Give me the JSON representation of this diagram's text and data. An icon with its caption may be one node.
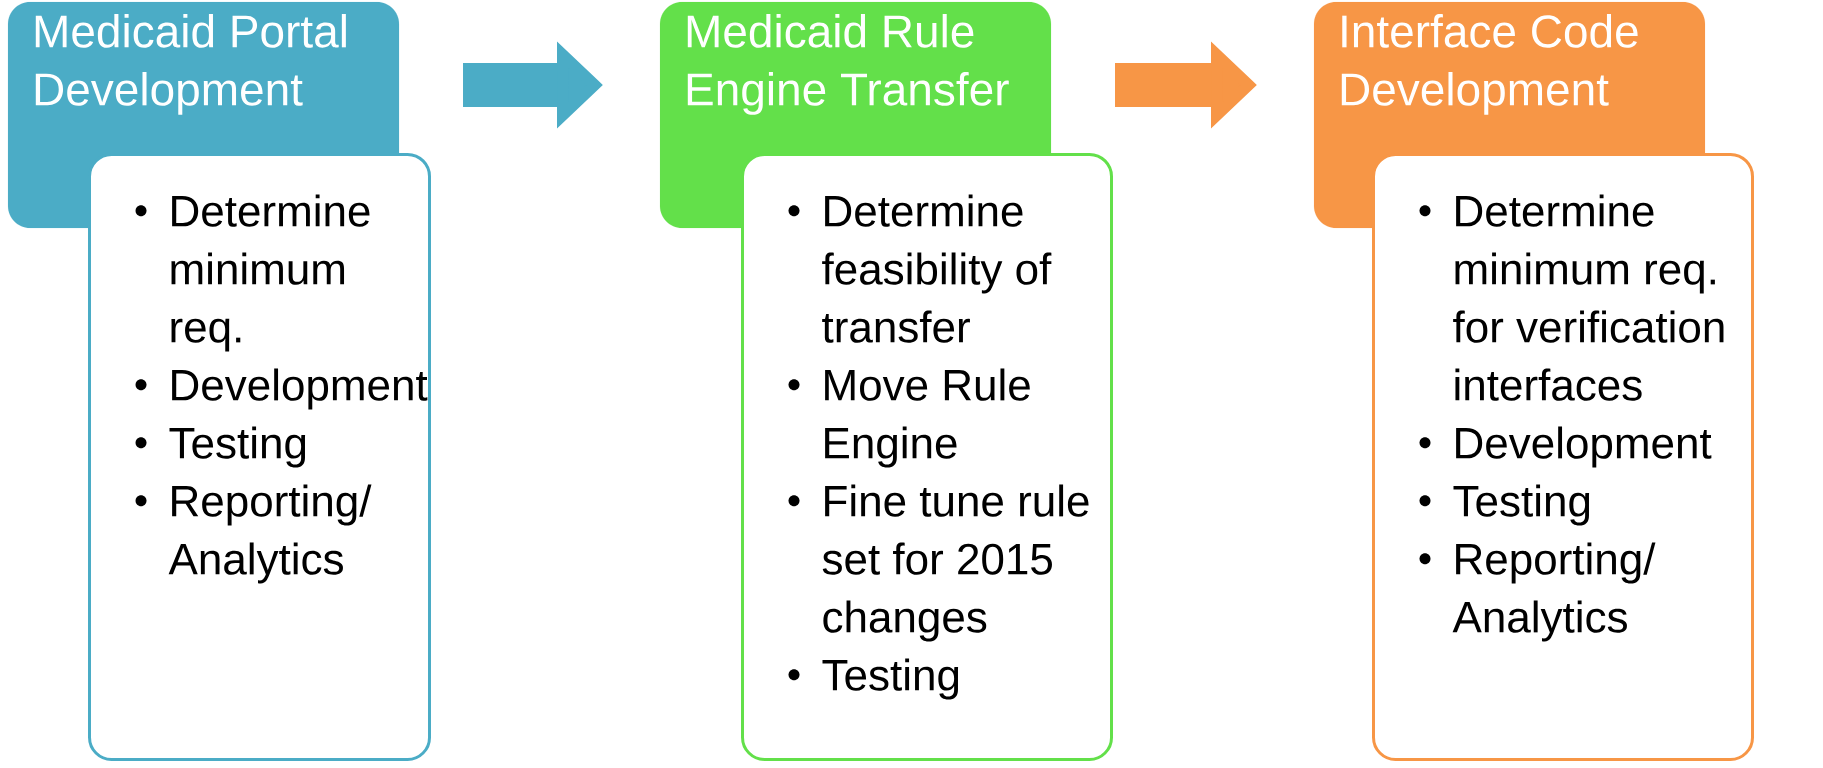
{
  "diagram": {
    "nodes": [
      {
        "text": [
          "Medicaid Portal Development"
        ]
      },
      {
        "text": [
          "Determine minimum req.",
          "Development",
          "Testing",
          "Reporting/ Analytics"
        ]
      },
      {
        "text": [
          "Medicaid Rule Engine Transfer"
        ]
      },
      {
        "text": [
          "Determine feasibility of transfer",
          "Move Rule Engine",
          "Fine tune rule set for 2015 changes",
          "Testing"
        ]
      },
      {
        "text": [
          "Interface Code Development"
        ]
      },
      {
        "text": [
          "Determine minimum req. for verification interfaces",
          "Development",
          "Testing",
          "Reporting/ Analytics"
        ]
      }
    ],
    "edges": [
      {
        "from": 0,
        "to": 2,
        "arrow": "to",
        "color": "#4bacc6"
      },
      {
        "from": 2,
        "to": 4,
        "arrow": "to",
        "color": "#f79646"
      }
    ]
  }
}
